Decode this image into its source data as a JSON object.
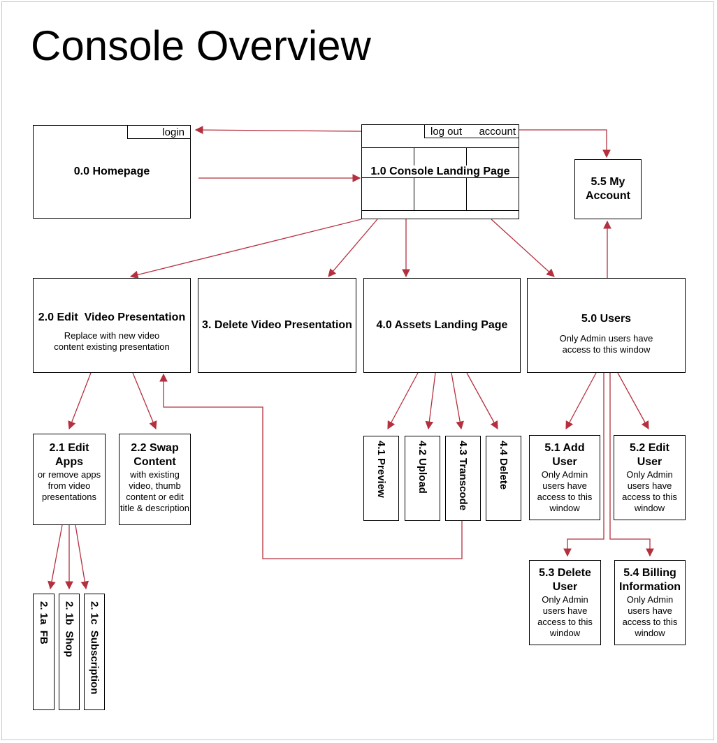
{
  "title": "Console Overview",
  "homepage": {
    "label": "0.0 Homepage",
    "login": "login"
  },
  "console": {
    "label": "1.0 Console Landing Page",
    "logout": "log out",
    "account": "account"
  },
  "nodes": {
    "edit_video": {
      "label": "2.0 Edit  Video Presentation",
      "desc": "Replace with new video content existing presentation"
    },
    "delete_video": {
      "label": "3. Delete Video Presentation"
    },
    "assets": {
      "label": "4.0 Assets Landing Page"
    },
    "users": {
      "label": "5.0 Users",
      "desc": "Only Admin users have access to this window"
    },
    "my_account": {
      "label": "5.5 My Account"
    },
    "edit_apps": {
      "label": "2.1 Edit Apps",
      "desc": "or remove apps from video presentations"
    },
    "swap_content": {
      "label": "2.2 Swap Content",
      "desc": "with existing video, thumb content or edit title & description"
    },
    "fb": {
      "label": "2. 1a  FB"
    },
    "shop": {
      "label": "2. 1b  Shop"
    },
    "subscription": {
      "label": "2. 1c  Subscription"
    },
    "preview": {
      "label": "4.1 Preview"
    },
    "upload": {
      "label": "4.2 Upload"
    },
    "transcode": {
      "label": "4.3 Transcode"
    },
    "delete": {
      "label": "4.4 Delete"
    },
    "add_user": {
      "label": "5.1 Add User",
      "desc": "Only Admin users have access to this window"
    },
    "edit_user": {
      "label": "5.2 Edit User",
      "desc": "Only Admin users have access to this window"
    },
    "delete_user": {
      "label": "5.3 Delete User",
      "desc": "Only Admin users have access to this window"
    },
    "billing": {
      "label": "5.4 Billing Information",
      "desc": "Only Admin users have access to this window"
    }
  },
  "colors": {
    "edge": "#b5303f",
    "border": "#000000"
  }
}
